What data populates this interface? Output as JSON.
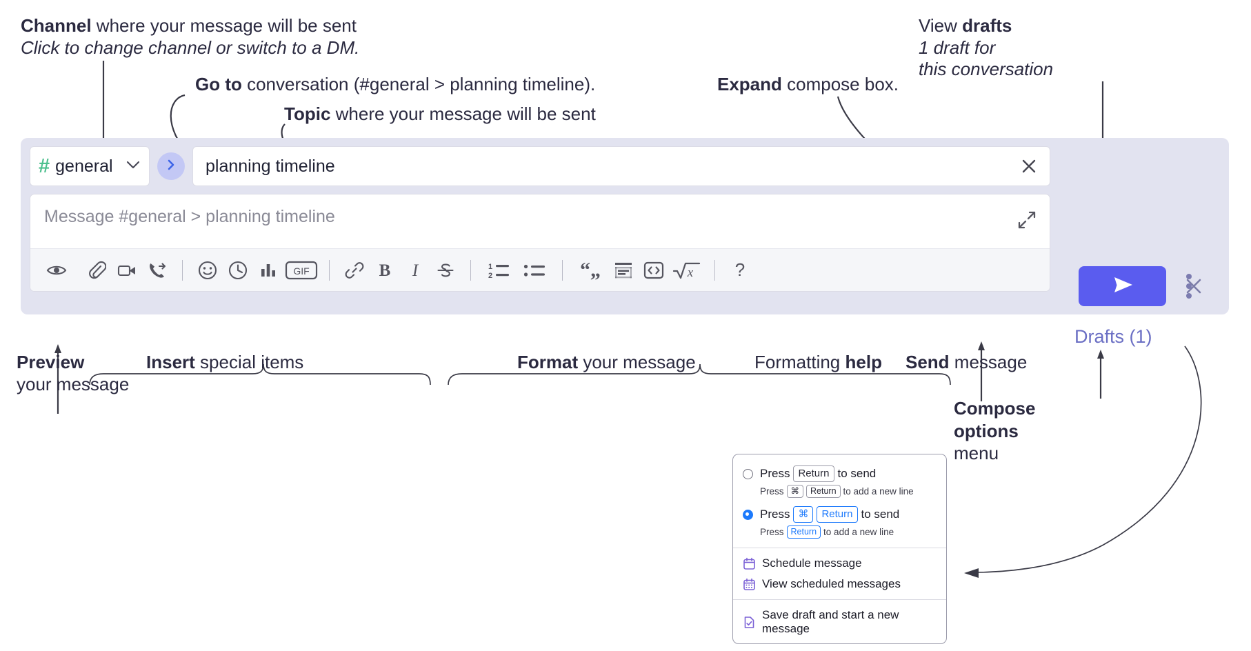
{
  "annotations": {
    "channel": {
      "bold": "Channel",
      "rest": " where your message will be sent",
      "italic": "Click to change channel or switch to a DM."
    },
    "goto": {
      "bold": "Go to",
      "rest": " conversation (#general > planning timeline)."
    },
    "topic": {
      "bold": "Topic",
      "rest": " where your message will be sent"
    },
    "expand": {
      "bold": "Expand",
      "rest": " compose box."
    },
    "drafts": {
      "prefix": "View ",
      "bold": "drafts",
      "italic_line1": "1 draft for",
      "italic_line2": "this conversation"
    },
    "preview": {
      "bold": "Preview",
      "line2": "your message"
    },
    "insert": {
      "bold": "Insert",
      "rest": " special items"
    },
    "format": {
      "bold": "Format",
      "rest": " your message"
    },
    "help": {
      "prefix": "Formatting ",
      "bold": "help"
    },
    "send": {
      "bold": "Send",
      "rest": " message"
    },
    "compose_options": {
      "bold_line1": "Compose",
      "bold_line2": "options",
      "line3": "menu"
    }
  },
  "compose": {
    "channel": {
      "hash": "#",
      "name": "general",
      "icon": "hash-icon",
      "chevron": "chevron-down-icon"
    },
    "goto_button": {
      "icon": "chevron-right-icon"
    },
    "topic": {
      "value": "planning timeline",
      "clear_icon": "close-icon"
    },
    "message": {
      "placeholder": "Message #general > planning timeline",
      "value": ""
    },
    "expand_icon": "expand-diagonal-icon",
    "close_icon": "close-icon",
    "drafts_label": "Drafts (1)",
    "send_icon": "send-paper-plane-icon",
    "kebab_icon": "more-vertical-icon",
    "toolbar": [
      {
        "name": "preview-icon",
        "label": "Preview"
      },
      {
        "name": "attachment-icon",
        "label": "Attach file"
      },
      {
        "name": "video-camera-icon",
        "label": "Video clip"
      },
      {
        "name": "phone-forward-icon",
        "label": "Audio clip"
      },
      {
        "name": "separator",
        "label": ""
      },
      {
        "name": "emoji-icon",
        "label": "Emoji"
      },
      {
        "name": "clock-icon",
        "label": "Reminder"
      },
      {
        "name": "bar-chart-icon",
        "label": "Poll"
      },
      {
        "name": "gif-icon",
        "label": "GIF"
      },
      {
        "name": "separator",
        "label": ""
      },
      {
        "name": "link-icon",
        "label": "Link"
      },
      {
        "name": "bold-icon",
        "label": "Bold"
      },
      {
        "name": "italic-icon",
        "label": "Italic"
      },
      {
        "name": "strikethrough-icon",
        "label": "Strikethrough"
      },
      {
        "name": "separator",
        "label": ""
      },
      {
        "name": "ordered-list-icon",
        "label": "Ordered list"
      },
      {
        "name": "bulleted-list-icon",
        "label": "Bulleted list"
      },
      {
        "name": "separator",
        "label": ""
      },
      {
        "name": "blockquote-icon",
        "label": "Blockquote"
      },
      {
        "name": "code-block-icon",
        "label": "Code block"
      },
      {
        "name": "inline-code-icon",
        "label": "Code"
      },
      {
        "name": "math-icon",
        "label": "Math"
      },
      {
        "name": "separator",
        "label": ""
      },
      {
        "name": "help-icon",
        "label": "Formatting help"
      }
    ],
    "gif_label": "GIF",
    "bold_label": "B",
    "italic_label": "I",
    "help_label": "?"
  },
  "dropdown": {
    "option1": {
      "selected": false,
      "press": "Press",
      "key": "Return",
      "suffix": "to send",
      "sub_press": "Press",
      "sub_key1": "⌘",
      "sub_key2": "Return",
      "sub_suffix": "to add a new line"
    },
    "option2": {
      "selected": true,
      "press": "Press",
      "key1": "⌘",
      "key2": "Return",
      "suffix": "to send",
      "sub_press": "Press",
      "sub_key": "Return",
      "sub_suffix": "to add a new line"
    },
    "items": [
      {
        "icon": "calendar-icon",
        "label": "Schedule message"
      },
      {
        "icon": "calendar-grid-icon",
        "label": "View scheduled messages"
      },
      {
        "icon": "document-check-icon",
        "label": "Save draft and start a new message"
      }
    ]
  },
  "colors": {
    "panel_bg": "#e2e3f0",
    "send_button": "#5a5cef",
    "hash_green": "#4ec08f",
    "goto_circle": "#c3c8f5",
    "drafts_text": "#6b6fc4",
    "radio_blue": "#1d7afc",
    "menu_icon_purple": "#7b61d6",
    "text": "#2b2a40"
  }
}
